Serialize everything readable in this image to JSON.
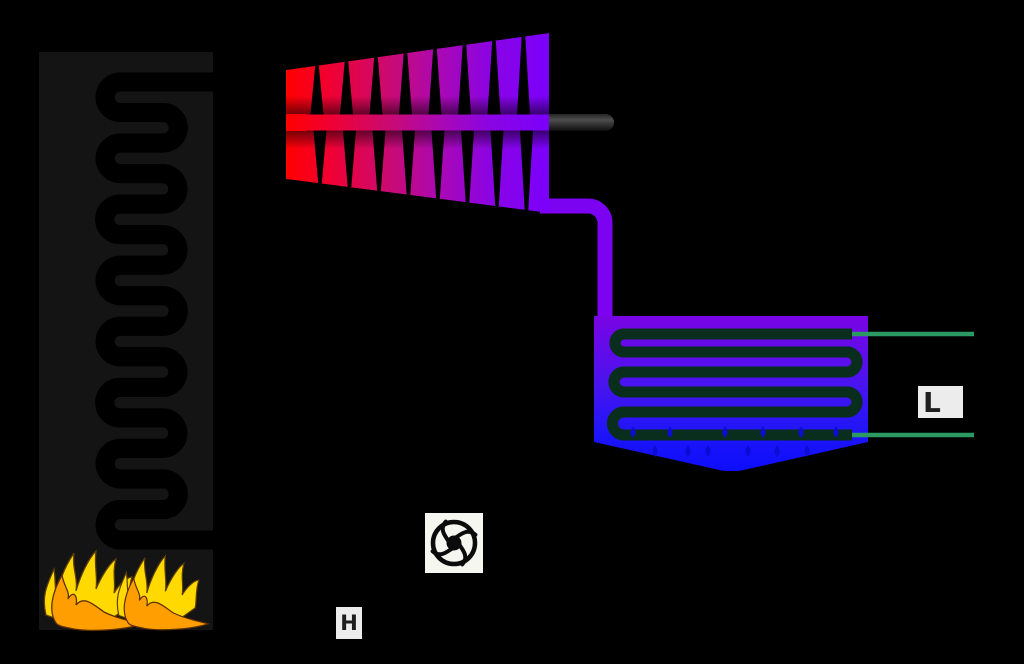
{
  "labels": {
    "high": "H",
    "low": "L"
  },
  "components": [
    "boiler-firebox",
    "flames-icon",
    "boiler-heating-coil",
    "steam-turbine",
    "turbine-shaft",
    "steam-exhaust-pipe",
    "condenser",
    "cooling-water-coil",
    "cooling-water-inlet-line",
    "cooling-water-outlet-line",
    "condensate-droplets",
    "pump-icon",
    "feedwater-pipe"
  ],
  "colors": {
    "background": "#000000",
    "boiler_body": "#141414",
    "hot_fluid": "#fb0000",
    "cold_fluid": "#0202ff",
    "steam_purple": "#7c02f2",
    "condenser_top": "#7a04e4",
    "condenser_bottom": "#0d0dfb",
    "cooling_water_green": "#2f9e68",
    "flame_yellow": "#ffd900",
    "flame_orange": "#ff9e00",
    "shaft_gray": "#4d4d4d",
    "pump_box": "#f6f6f1",
    "label_bg": "#ececec",
    "label_text": "#1e1e1e"
  }
}
